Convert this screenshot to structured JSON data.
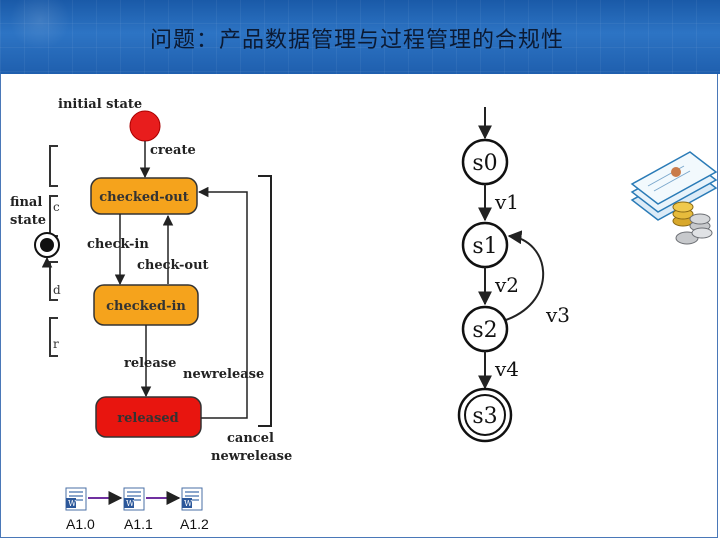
{
  "header": {
    "title": "问题：产品数据管理与过程管理的合规性"
  },
  "lifecycle": {
    "initial_state": "initial state",
    "final_state_line1": "final",
    "final_state_line2": "state",
    "states": {
      "checked_out": "checked-out",
      "checked_in": "checked-in",
      "released": "released"
    },
    "transitions": {
      "create": "create",
      "check_in": "check-in",
      "check_out": "check-out",
      "release": "release",
      "newrelease": "newrelease",
      "cancel": "cancel",
      "newrelease2": "newrelease"
    },
    "left_fragments": [
      "c",
      "d",
      "r"
    ]
  },
  "automaton": {
    "states": [
      "s0",
      "s1",
      "s2",
      "s3"
    ],
    "transitions": [
      "v1",
      "v2",
      "v3",
      "v4"
    ]
  },
  "versions": [
    "A1.0",
    "A1.1",
    "A1.2"
  ],
  "icons": {
    "document_icon": "word-document-icon",
    "database_icon": "documents-coins-icon"
  }
}
